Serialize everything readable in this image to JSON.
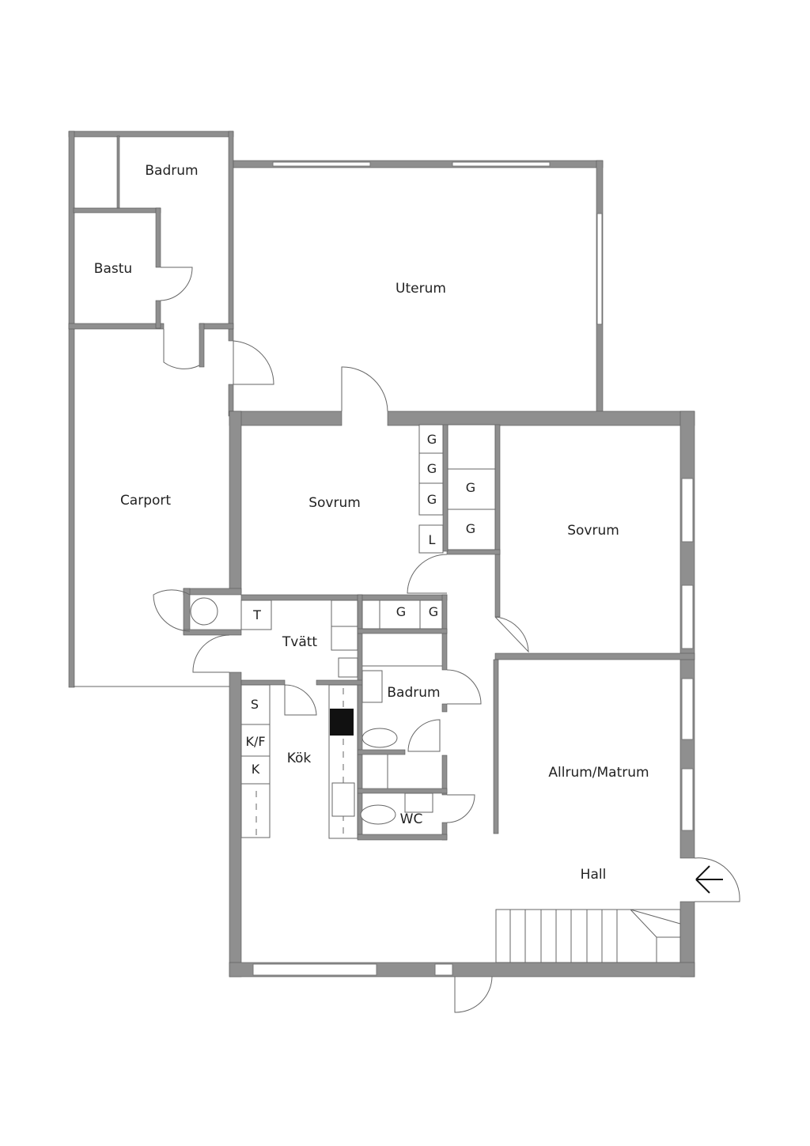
{
  "rooms": {
    "badrum_upper": "Badrum",
    "bastu": "Bastu",
    "uterum": "Uterum",
    "carport": "Carport",
    "sovrum_left": "Sovrum",
    "sovrum_right": "Sovrum",
    "tvatt": "Tvätt",
    "badrum": "Badrum",
    "kok": "Kök",
    "wc": "WC",
    "allrum": "Allrum/Matrum",
    "hall": "Hall"
  },
  "fixtures": {
    "g": "G",
    "l": "L",
    "t": "T",
    "s": "S",
    "kf": "K/F",
    "k": "K"
  },
  "colors": {
    "wall": "#8f8f8f",
    "background": "#ffffff"
  }
}
